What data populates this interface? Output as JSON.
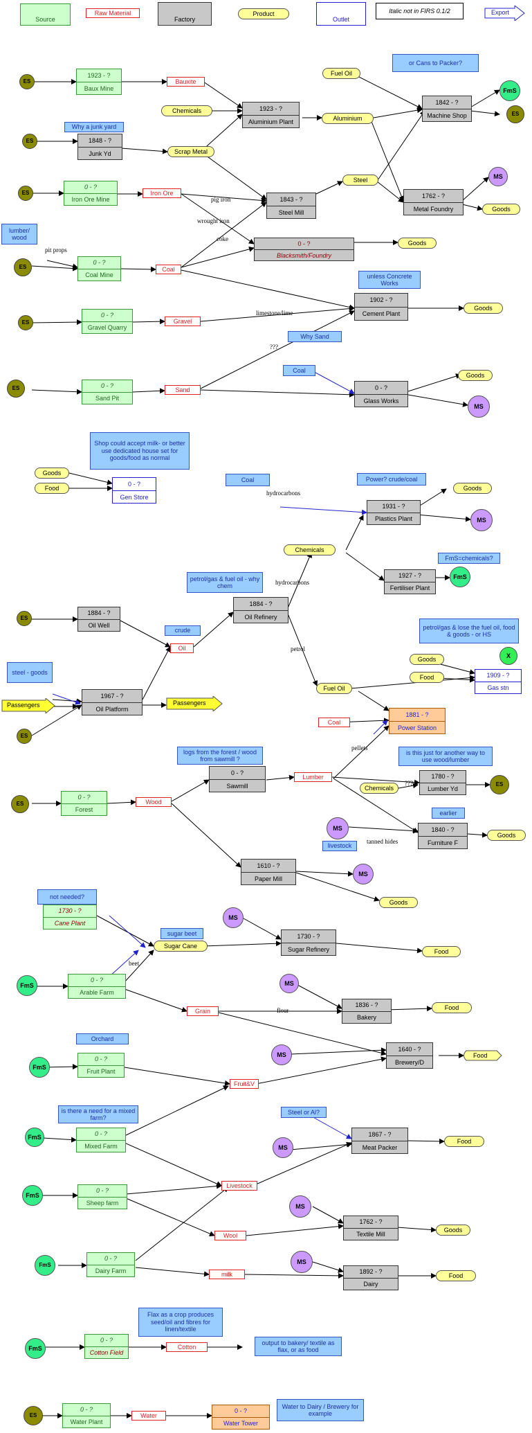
{
  "legend": {
    "source": "Source",
    "raw_material": "Raw Material",
    "factory": "Factory",
    "product": "Product",
    "outlet": "Outlet",
    "italic_note": "Italic not in FIRS 0.1/2",
    "export": "Export"
  },
  "nodes": {
    "es": "ES",
    "ms": "MS",
    "fms": "FmS",
    "x": "X"
  },
  "sources": {
    "baux_mine": {
      "year": "1923 - ?",
      "name": "Baux Mine"
    },
    "iron_ore_mine": {
      "year": "0 - ?",
      "name": "Iron Ore Mine"
    },
    "coal_mine": {
      "year": "0 - ?",
      "name": "Coal Mine"
    },
    "gravel_quarry": {
      "year": "0 - ?",
      "name": "Gravel Quarry"
    },
    "sand_pit": {
      "year": "0 - ?",
      "name": "Sand Pit"
    },
    "forest": {
      "year": "0 - ?",
      "name": "Forest"
    },
    "cane_plant": {
      "year": "1730 - ?",
      "name": "Cane Plant"
    },
    "arable_farm": {
      "year": "0 - ?",
      "name": "Arable Farm"
    },
    "fruit_plant": {
      "year": "0 - ?",
      "name": "Fruit Plant"
    },
    "mixed_farm": {
      "year": "0 - ?",
      "name": "Mixed Farm"
    },
    "sheep_farm": {
      "year": "0 - ?",
      "name": "Sheep farm"
    },
    "dairy_farm": {
      "year": "0 - ?",
      "name": "Dairy Farm"
    },
    "cotton_field": {
      "year": "0 - ?",
      "name": "Cotton Field"
    },
    "water_plant": {
      "year": "0 - ?",
      "name": "Water Plant"
    }
  },
  "factories": {
    "junk_yd": {
      "year": "1848 - ?",
      "name": "Junk Yd"
    },
    "aluminium_plant": {
      "year": "1923 - ?",
      "name": "Aluminium Plant"
    },
    "steel_mill": {
      "year": "1843 - ?",
      "name": "Steel Mill"
    },
    "blacksmith": {
      "year": "0 - ?",
      "name": "Blacksmith/Foundry"
    },
    "machine_shop": {
      "year": "1842 - ?",
      "name": "Machine Shop"
    },
    "metal_foundry": {
      "year": "1762 - ?",
      "name": "Metal Foundry"
    },
    "cement_plant": {
      "year": "1902 - ?",
      "name": "Cement Plant"
    },
    "glass_works": {
      "year": "0 - ?",
      "name": "Glass Works"
    },
    "plastics_plant": {
      "year": "1931 - ?",
      "name": "Plastics Plant"
    },
    "fertiliser_plant": {
      "year": "1927 - ?",
      "name": "Fertiliser Plant"
    },
    "oil_well": {
      "year": "1884 - ?",
      "name": "Oil Well"
    },
    "oil_refinery": {
      "year": "1884 - ?",
      "name": "Oil Refinery"
    },
    "oil_platform": {
      "year": "1967 - ?",
      "name": "Oil Platform"
    },
    "sawmill": {
      "year": "0 - ?",
      "name": "Sawmill"
    },
    "lumber_yd": {
      "year": "1780 - ?",
      "name": "Lumber Yd"
    },
    "furniture_f": {
      "year": "1840 - ?",
      "name": "Furniture F"
    },
    "paper_mill": {
      "year": "1610 - ?",
      "name": "Paper Mill"
    },
    "sugar_refinery": {
      "year": "1730 - ?",
      "name": "Sugar Refinery"
    },
    "bakery": {
      "year": "1836 - ?",
      "name": "Bakery"
    },
    "brewery": {
      "year": "1640 - ?",
      "name": "Brewery/D"
    },
    "meat_packer": {
      "year": "1867 - ?",
      "name": "Meat Packer"
    },
    "textile_mill": {
      "year": "1762 - ?",
      "name": "Textile Mill"
    },
    "dairy": {
      "year": "1892 - ?",
      "name": "Dairy"
    }
  },
  "outlets": {
    "gen_store": {
      "year": "0 - ?",
      "name": "Gen Store"
    },
    "gas_stn": {
      "year": "1909 - ?",
      "name": "Gas stn"
    },
    "power_station": {
      "year": "1881 - ?",
      "name": "Power Station"
    },
    "water_tower": {
      "year": "0 - ?",
      "name": "Water Tower"
    }
  },
  "products": {
    "fuel_oil_top": "Fuel Oil",
    "chemicals_top": "Chemicals",
    "aluminium": "Aluminium",
    "scrap_metal": "Scrap Metal",
    "steel": "Steel",
    "goods": "Goods",
    "food": "Food",
    "chemicals_mid": "Chemicals",
    "fuel_oil_mid": "Fuel Oil",
    "passengers": "Passengers",
    "chemicals_lumber": "Chemicals",
    "sugar_cane": "Sugar Cane"
  },
  "raw": {
    "bauxite": "Bauxite",
    "iron_ore": "Iron Ore",
    "coal": "Coal",
    "gravel": "Gravel",
    "sand": "Sand",
    "oil": "Oil",
    "wood": "Wood",
    "lumber": "Lumber",
    "grain": "Grain",
    "fruit": "Fruit&V",
    "livestock": "Livestock",
    "wool": "Wool",
    "milk": "milk",
    "cotton": "Cotton",
    "water": "Water"
  },
  "notes": {
    "cans_to_packer": "or Cans to Packer?",
    "junk_yard": "Why a junk yard",
    "lumber_wood": "lumber/ wood",
    "unless_concrete": "unless Concrete Works",
    "why_sand": "Why Sand",
    "coal_glass": "Coal",
    "shop_milk": "Shop could accept milk- or better use dedicated house set for goods/food as normal",
    "coal_plastics": "Coal",
    "power_crude": "Power? crude/coal",
    "fms_chem": "FmS=chemicals?",
    "petrol_gas": "petrol/gas & fuel oil - why chem",
    "crude": "crude",
    "steel_goods": "steel - goods",
    "petrol_lose": "petrol/gas & lose the fuel oil, food & goods - or HS",
    "logs_forest": "logs from the forest / wood from sawmill ?",
    "another_way": "is this just for another way to use wood/lumber",
    "earlier": "earlier",
    "livestock": "livestock",
    "not_needed": "not needed?",
    "sugar_beet": "sugar beet",
    "orchard": "Orchard",
    "mixed_farm": "is there a need for a mixed farm?",
    "steel_al": "Steel or Al?",
    "flax": "Flax as a crop produces seed/oil and fibres for linen/textile",
    "output_bakery": "output to bakery/ textile as flax, or as food",
    "water_dairy": "Water to Dairy / Brewery for example"
  },
  "labels": {
    "pit_props": "pit props",
    "pig_iron": "pig iron",
    "wrought_iron": "wrought iron",
    "coke": "coke",
    "limestone": "limestone/lime",
    "qqq": "???",
    "hydrocarbons_top": "hydrocarbons",
    "hydrocarbons_mid": "hydrocarbons",
    "petrol": "petrol",
    "pellets": "pellets",
    "tanned_hides": "tanned hides",
    "qqq2": "???",
    "beet": "beet",
    "flour": "flour"
  }
}
